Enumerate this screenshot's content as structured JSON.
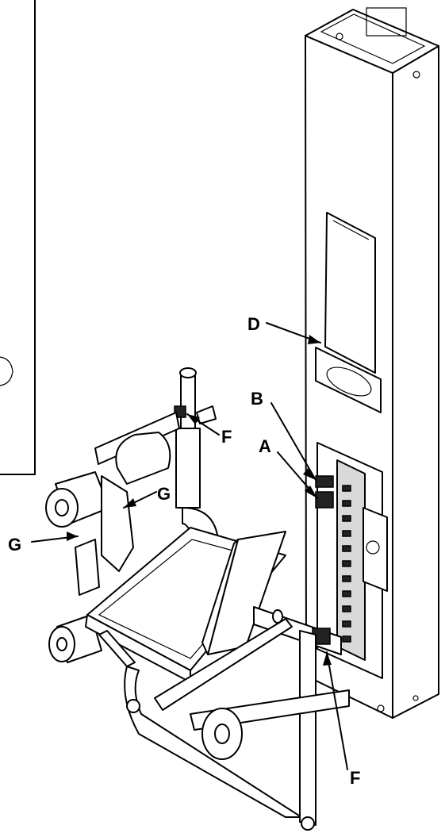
{
  "labels": {
    "a": "A",
    "b": "B",
    "d": "D",
    "f_top": "F",
    "f_bottom": "F",
    "g_upper": "G",
    "g_lower": "G"
  }
}
